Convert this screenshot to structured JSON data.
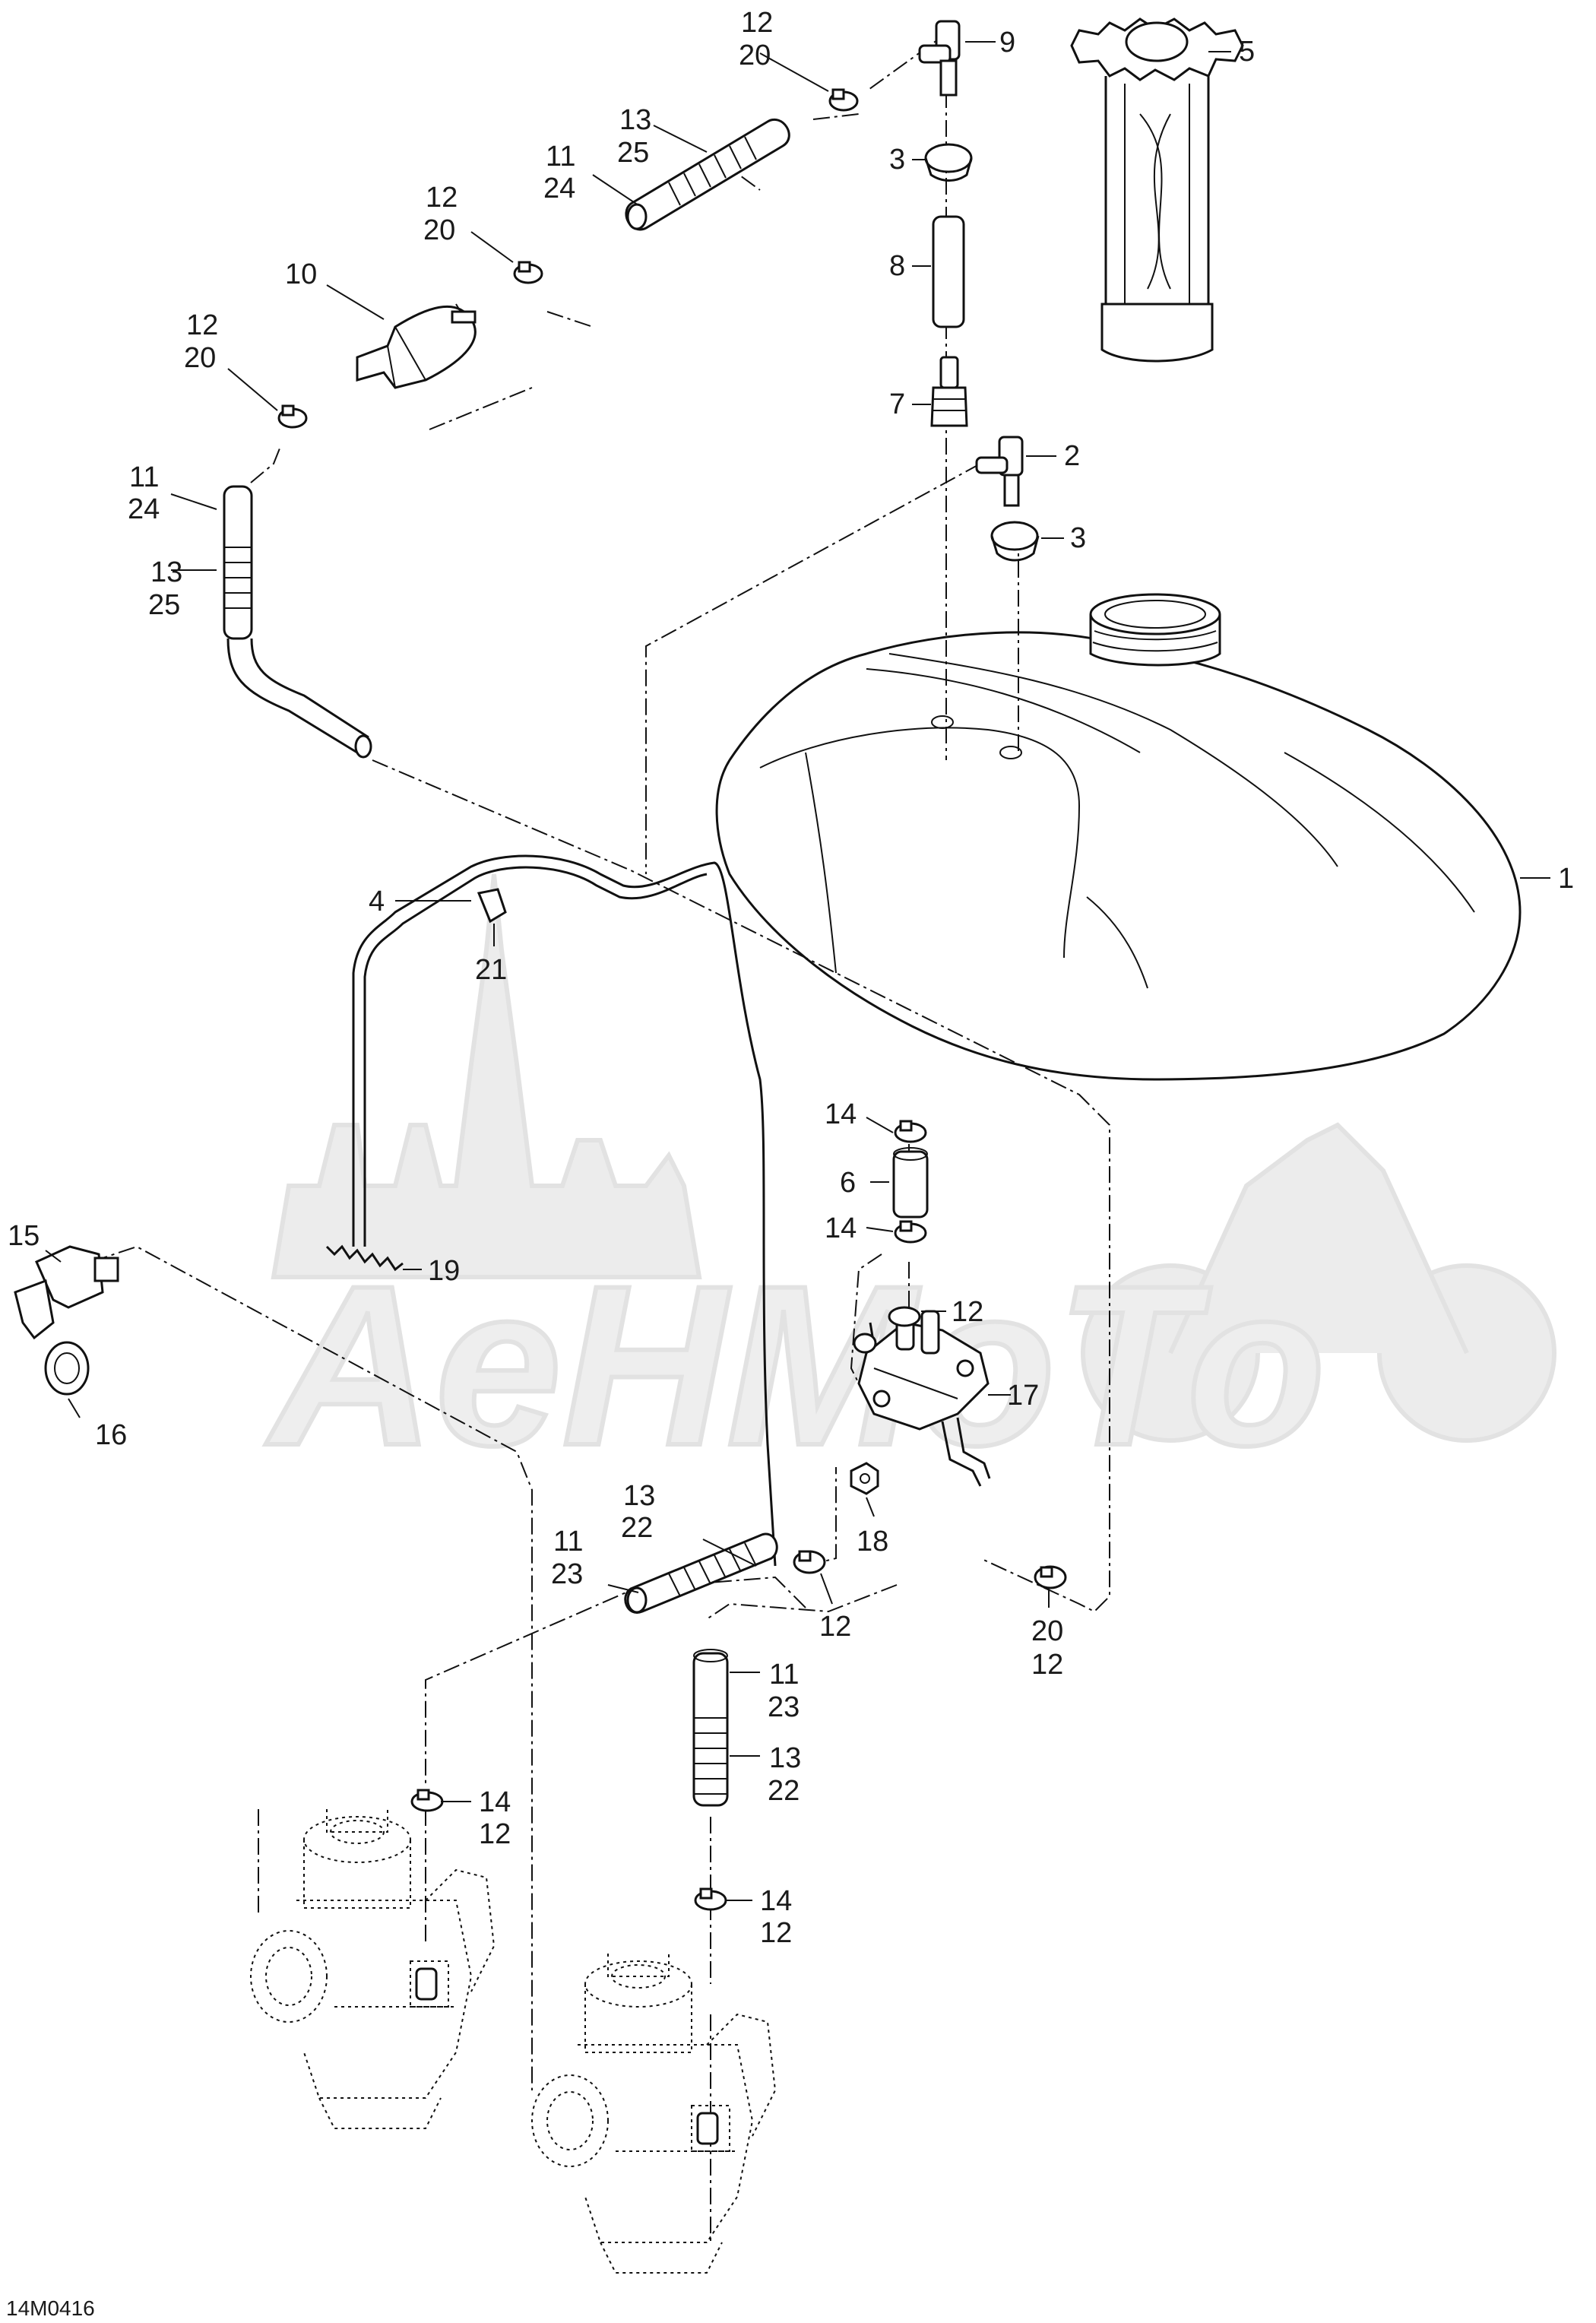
{
  "diagram": {
    "reference_code": "14M0416",
    "watermark_text": "AeHMoTo",
    "callouts": {
      "c1": "1",
      "c2": "2",
      "c3a": "3",
      "c3b": "3",
      "c4": "4",
      "c5": "5",
      "c6": "6",
      "c7": "7",
      "c8": "8",
      "c9": "9",
      "c10": "10",
      "c11a": "11",
      "c11b": "11",
      "c11c": "11",
      "c11d": "11",
      "c12a": "12",
      "c12b": "12",
      "c12c": "12",
      "c12d": "12",
      "c12e": "12",
      "c12f": "12",
      "c12g": "12",
      "c12h": "12",
      "c13a": "13",
      "c13b": "13",
      "c13c": "13",
      "c13d": "13",
      "c14a": "14",
      "c14b": "14",
      "c14c": "14",
      "c14d": "14",
      "c15": "15",
      "c16": "16",
      "c17": "17",
      "c18": "18",
      "c19": "19",
      "c20a": "20",
      "c20b": "20",
      "c20c": "20",
      "c20d": "20",
      "c21": "21",
      "c22a": "22",
      "c22b": "22",
      "c23a": "23",
      "c23b": "23",
      "c24a": "24",
      "c24b": "24",
      "c25a": "25",
      "c25b": "25"
    }
  }
}
